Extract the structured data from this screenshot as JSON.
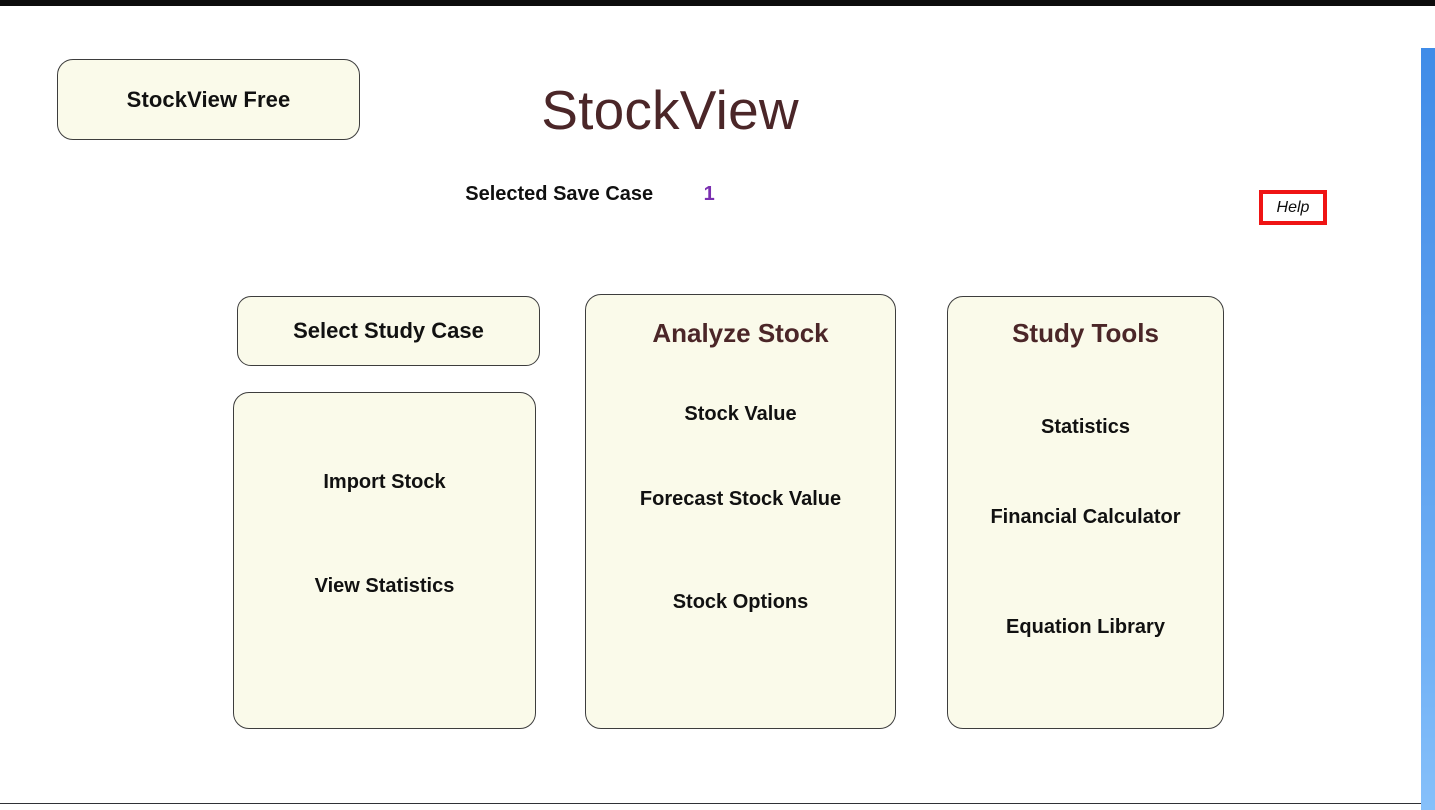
{
  "app": {
    "title": "StockView",
    "brand_badge": "StockView Free",
    "edition_accent": "#4b2628"
  },
  "header": {
    "save_case_label": "Selected Save Case",
    "save_case_value": "1",
    "save_case_value_color": "#7a2fb0",
    "help_label": "Help",
    "help_highlight_color": "#ef1414"
  },
  "columns": {
    "study_case": {
      "button_label": "Select Study Case",
      "items": [
        {
          "label": "Import Stock"
        },
        {
          "label": "View Statistics"
        }
      ]
    },
    "analyze_stock": {
      "title": "Analyze Stock",
      "items": [
        {
          "label": "Stock Value"
        },
        {
          "label": "Forecast Stock Value"
        },
        {
          "label": "Stock Options"
        }
      ]
    },
    "study_tools": {
      "title": "Study Tools",
      "items": [
        {
          "label": "Statistics"
        },
        {
          "label": "Financial Calculator"
        },
        {
          "label": "Equation Library"
        }
      ]
    }
  },
  "theme": {
    "panel_background": "#fafaea",
    "panel_border": "#3d3d3d",
    "text_primary": "#111111",
    "accent_blue": "#4d94ea"
  }
}
